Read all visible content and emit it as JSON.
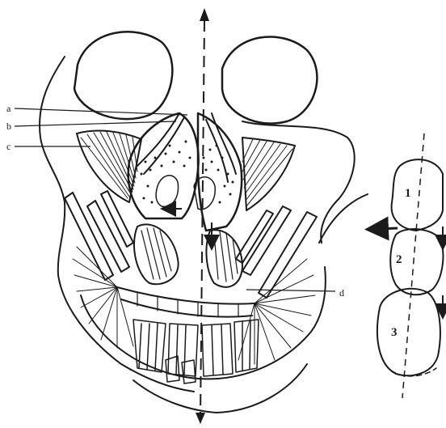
{
  "figure": {
    "labels": {
      "a": "a",
      "b": "b",
      "c": "c",
      "d": "d"
    },
    "segments": [
      "1",
      "2",
      "3"
    ]
  }
}
